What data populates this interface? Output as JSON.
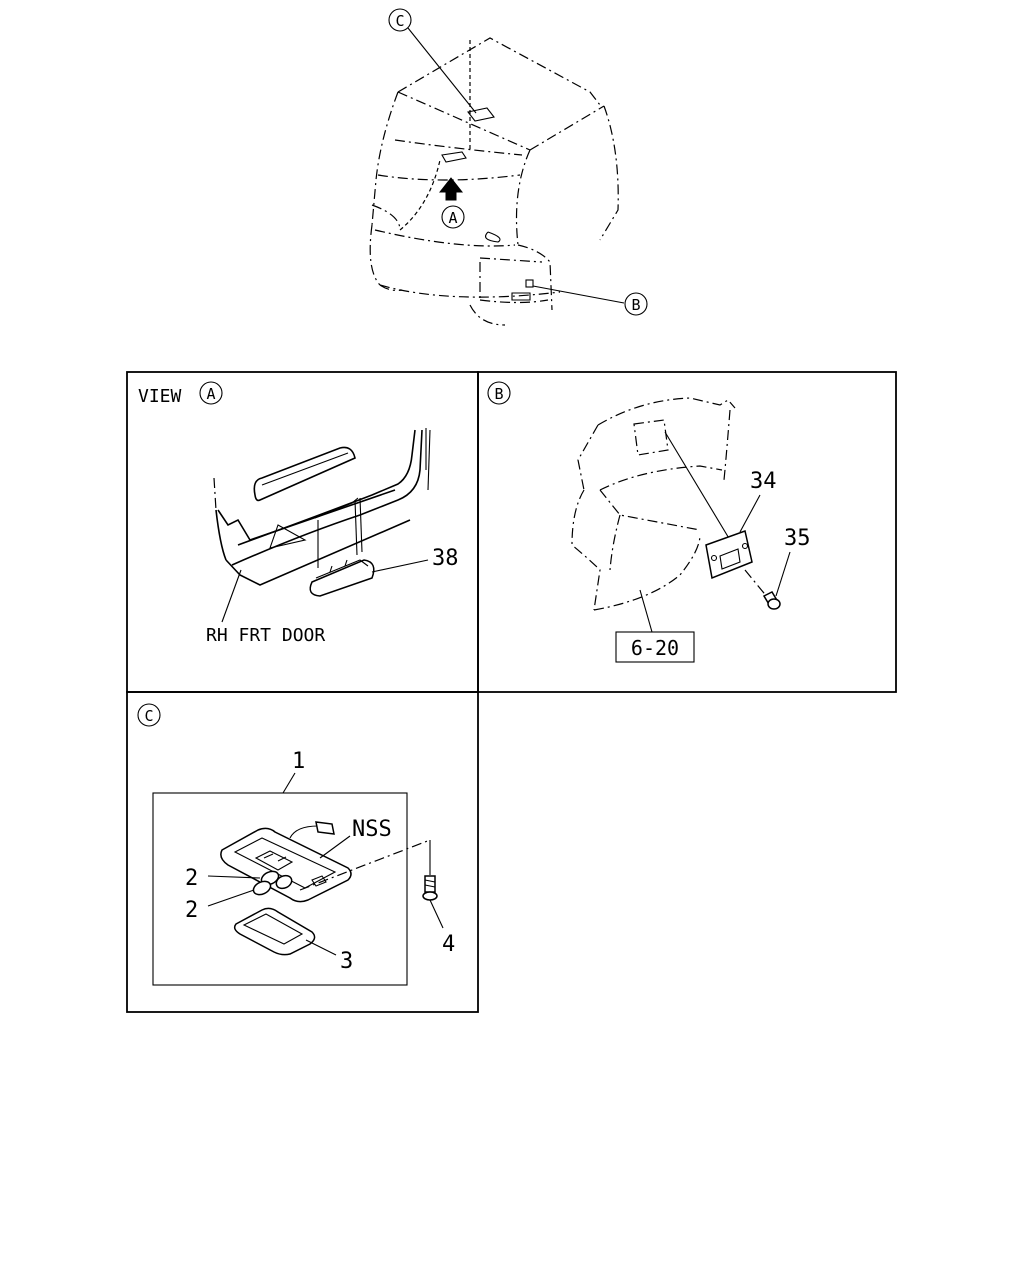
{
  "callouts": {
    "a": "A",
    "b": "B",
    "c": "C"
  },
  "panel_a": {
    "view_label": "VIEW",
    "door_label": "RH FRT DOOR",
    "part_38": "38"
  },
  "panel_b": {
    "part_34": "34",
    "part_35": "35",
    "ref_box": "6-20"
  },
  "panel_c": {
    "part_1": "1",
    "part_2a": "2",
    "part_2b": "2",
    "part_3": "3",
    "part_4": "4",
    "nss": "NSS"
  }
}
